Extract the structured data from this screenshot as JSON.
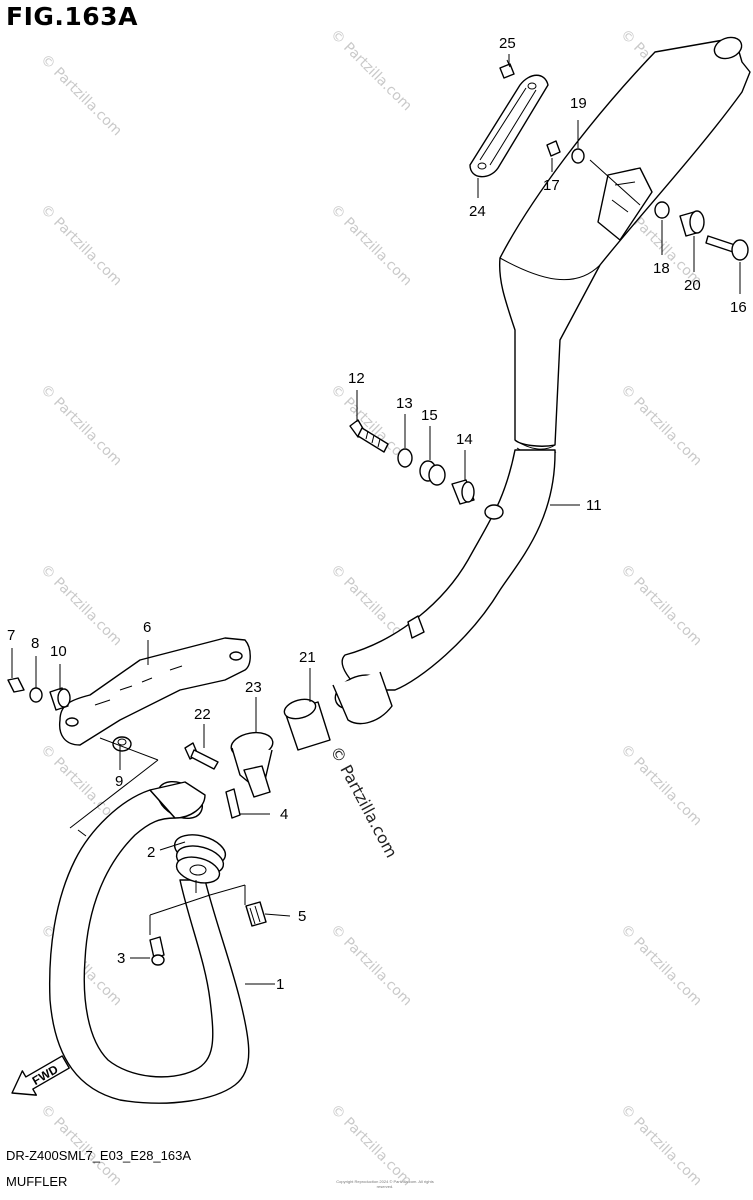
{
  "figure_title": "FIG.163A",
  "diagram_code": "DR-Z400SML7_E03_E28_163A",
  "section_name": "MUFFLER",
  "fwd_label": "FWD",
  "watermark_text": "© Partzilla.com",
  "copyright_note": "Copyright\nReproduction 2024 © Partzilla.com. All rights reserved.",
  "callouts": {
    "c1": "1",
    "c2": "2",
    "c3": "3",
    "c4": "4",
    "c5": "5",
    "c6": "6",
    "c7": "7",
    "c8": "8",
    "c9": "9",
    "c10": "10",
    "c11": "11",
    "c12": "12",
    "c13": "13",
    "c14": "14",
    "c15": "15",
    "c16": "16",
    "c17": "17",
    "c18": "18",
    "c19": "19",
    "c20": "20",
    "c21": "21",
    "c22": "22",
    "c23": "23",
    "c24": "24",
    "c25": "25"
  }
}
